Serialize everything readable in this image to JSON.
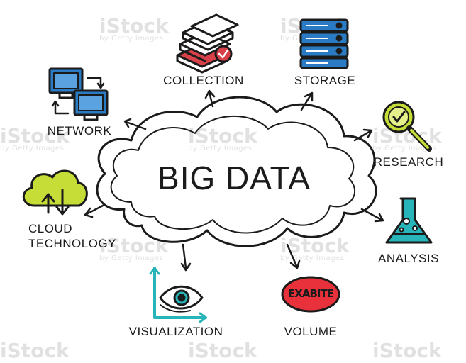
{
  "title": "BIG DATA",
  "watermark": {
    "brand": "iStock",
    "byline": "by Getty Images"
  },
  "labels": {
    "collection": "COLLECTION",
    "storage": "STORAGE",
    "network": "NETWORK",
    "research": "RESEARCH",
    "cloud_line1": "CLOUD",
    "cloud_line2": "TECHNOLOGY",
    "analysis": "ANALYSIS",
    "visualization": "VISUALIZATION",
    "volume": "VOLUME",
    "volume_badge": "EXABITE"
  },
  "colors": {
    "outline": "#1b1b1b",
    "blue": "#2b7bc4",
    "lime": "#c5dd36",
    "teal": "#27b5ba",
    "red": "#e8313b",
    "collection_red": "#d8414a"
  },
  "icons": [
    "network-icon",
    "collection-icon",
    "storage-icon",
    "research-icon",
    "cloud-technology-icon",
    "analysis-icon",
    "visualization-icon",
    "volume-icon"
  ]
}
